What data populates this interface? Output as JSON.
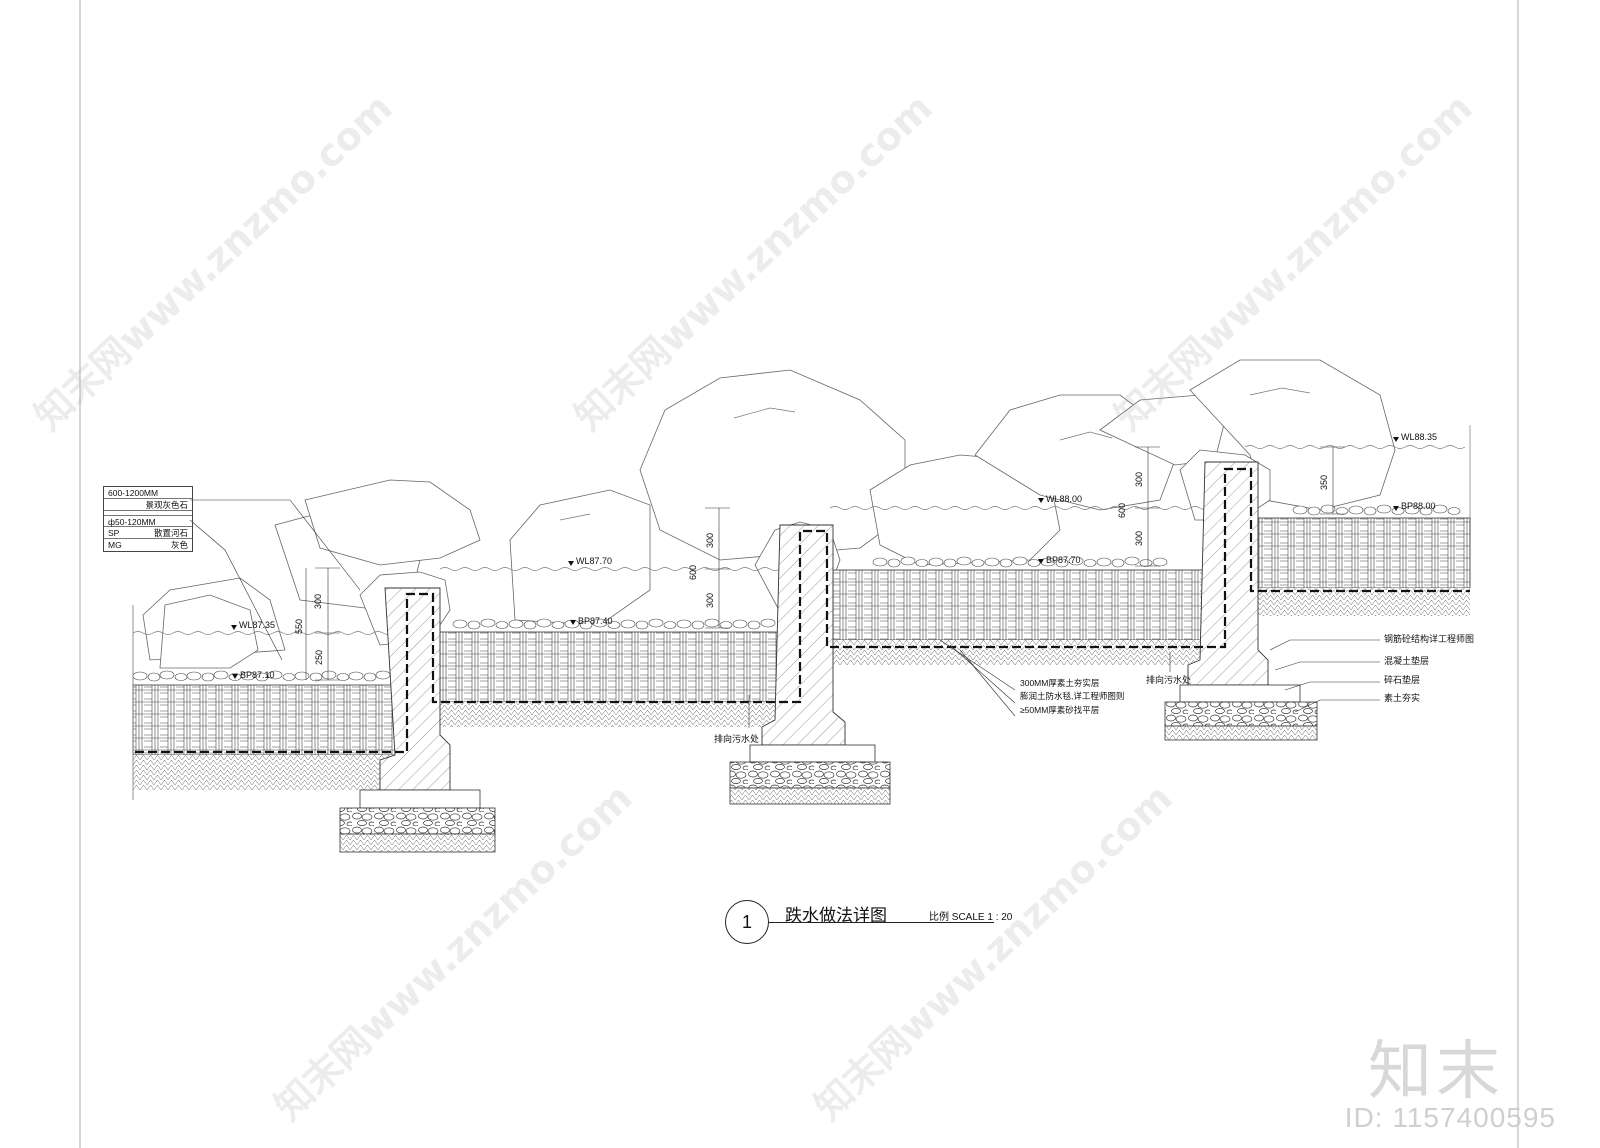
{
  "legend": {
    "row1": "600-1200MM",
    "row2": "景观灰色石",
    "row3": "ф50-120MM",
    "row4_code": "SP",
    "row4_desc": "散置河石",
    "row5_code": "MG",
    "row5_desc": "灰色"
  },
  "levels": {
    "wl1": "WL87.35",
    "bp1": "BP87.10",
    "wl2": "WL87.70",
    "bp2": "BP87.40",
    "wl3": "WL88.00",
    "bp3": "BP87.70",
    "wl4": "WL88.35",
    "bp4": "BP88.00"
  },
  "dimensions": {
    "d300a": "300",
    "d550": "550",
    "d250": "250",
    "d300b": "300",
    "d600a": "600",
    "d300c": "300",
    "d300d": "300",
    "d600b": "600",
    "d300e": "300",
    "d350": "350"
  },
  "callouts": {
    "drain1": "排向污水处",
    "drain2": "排向污水处",
    "layer_tamp": "300MM厚素土夯实层",
    "layer_membrane": "膨润土防水毯,详工程师图则",
    "layer_sand": "≥50MM厚素砂找平层",
    "rc": "钢筋砼结构详工程师图",
    "concrete": "混凝土垫层",
    "gravel": "碎石垫层",
    "soil": "素土夯实"
  },
  "title": {
    "number": "1",
    "main": "跌水做法详图",
    "scale": "比例 SCALE 1 : 20"
  },
  "watermark": {
    "brand": "知末",
    "id": "ID: 1157400595",
    "diag": "知末网www.znzmo.com"
  }
}
